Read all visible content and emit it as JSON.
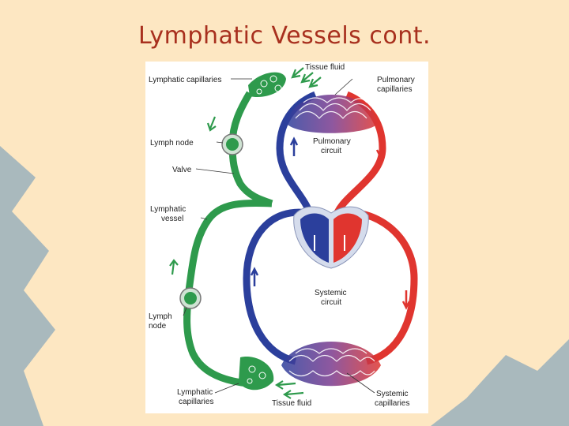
{
  "slide": {
    "title": "Lymphatic Vessels cont."
  },
  "diagram": {
    "labels": {
      "tissue_fluid_top": "Tissue fluid",
      "lymphatic_capillaries_top": "Lymphatic capillaries",
      "pulmonary_capillaries_line1": "Pulmonary",
      "pulmonary_capillaries_line2": "capillaries",
      "lymph_node_top": "Lymph node",
      "pulmonary_circuit_line1": "Pulmonary",
      "pulmonary_circuit_line2": "circuit",
      "valve": "Valve",
      "lymphatic_vessel_line1": "Lymphatic",
      "lymphatic_vessel_line2": "vessel",
      "systemic_circuit_line1": "Systemic",
      "systemic_circuit_line2": "circuit",
      "lymph_node_bottom_line1": "Lymph",
      "lymph_node_bottom_line2": "node",
      "lymphatic_capillaries_bottom_line1": "Lymphatic",
      "lymphatic_capillaries_bottom_line2": "capillaries",
      "tissue_fluid_bottom": "Tissue fluid",
      "systemic_capillaries_line1": "Systemic",
      "systemic_capillaries_line2": "capillaries"
    },
    "colors": {
      "lymph": "#2e9a4c",
      "deoxygenated": "#2b3f9c",
      "oxygenated": "#e0352f",
      "title": "#a8301e",
      "background": "#fde7c2",
      "accent_shapes": "#a9b9bd"
    }
  }
}
